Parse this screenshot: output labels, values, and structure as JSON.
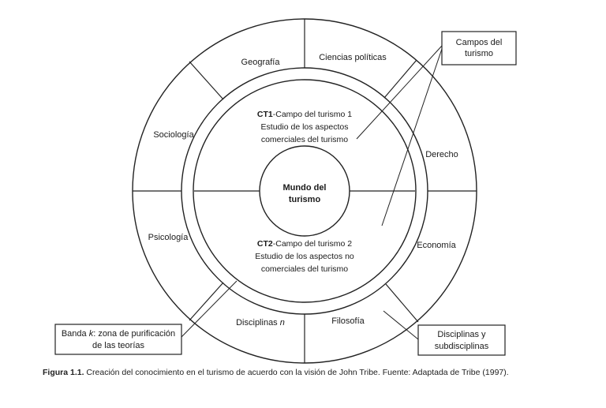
{
  "diagram": {
    "center": {
      "line1": "Mundo del",
      "line2": "turismo"
    },
    "ct1": {
      "code": "CT1",
      "title": "-Campo del turismo 1",
      "line2": "Estudio de los aspectos",
      "line3": "comerciales del turismo"
    },
    "ct2": {
      "code": "CT2",
      "title": "-Campo del turismo 2",
      "line2": "Estudio de los aspectos no",
      "line3": "comerciales del turismo"
    },
    "disciplines": {
      "geografia": "Geografía",
      "ciencias_politicas": "Ciencias políticas",
      "sociologia": "Sociología",
      "derecho": "Derecho",
      "psicologia": "Psicología",
      "economia": "Economía",
      "disciplinas_n_prefix": "Disciplinas ",
      "disciplinas_n_var": "n",
      "filosofia": "Filosofía"
    },
    "callouts": {
      "campos": {
        "line1": "Campos del",
        "line2": "turismo"
      },
      "banda": {
        "prefix": "Banda ",
        "var": "k",
        "suffix": ": zona de purificación",
        "line2": "de las teorías"
      },
      "disciplinas": {
        "line1": "Disciplinas y",
        "line2": "subdisciplinas"
      }
    }
  },
  "caption": {
    "label": "Figura 1.1.",
    "text": " Creación del conocimiento en el turismo de acuerdo con la visión de John Tribe. Fuente: Adaptada de Tribe (1997)."
  }
}
